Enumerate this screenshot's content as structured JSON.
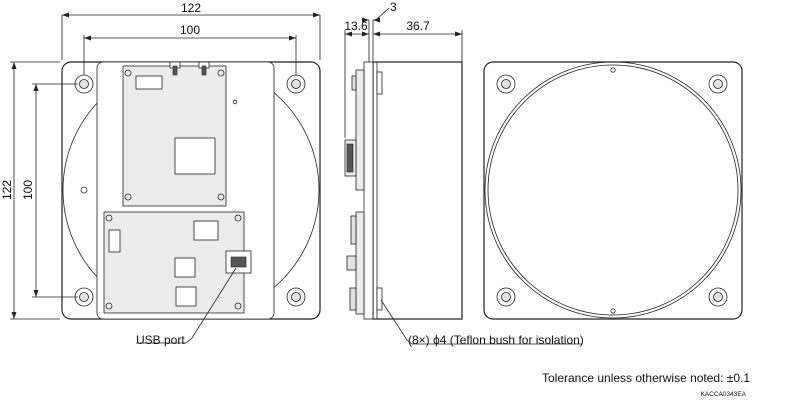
{
  "dimensions": {
    "front_width_outer": "122",
    "front_width_holes": "100",
    "front_height_outer": "122",
    "front_height_holes": "100",
    "side_front_depth": "13.6",
    "side_flange": "3",
    "side_body_depth": "36.7"
  },
  "callouts": {
    "usb_port": "USB port",
    "mount_holes": "(8×) ϕ4 (Teflon bush for isolation)"
  },
  "notes": {
    "tolerance": "Tolerance unless otherwise noted: ±0.1",
    "drawing_code": "KACCA0343EA"
  }
}
